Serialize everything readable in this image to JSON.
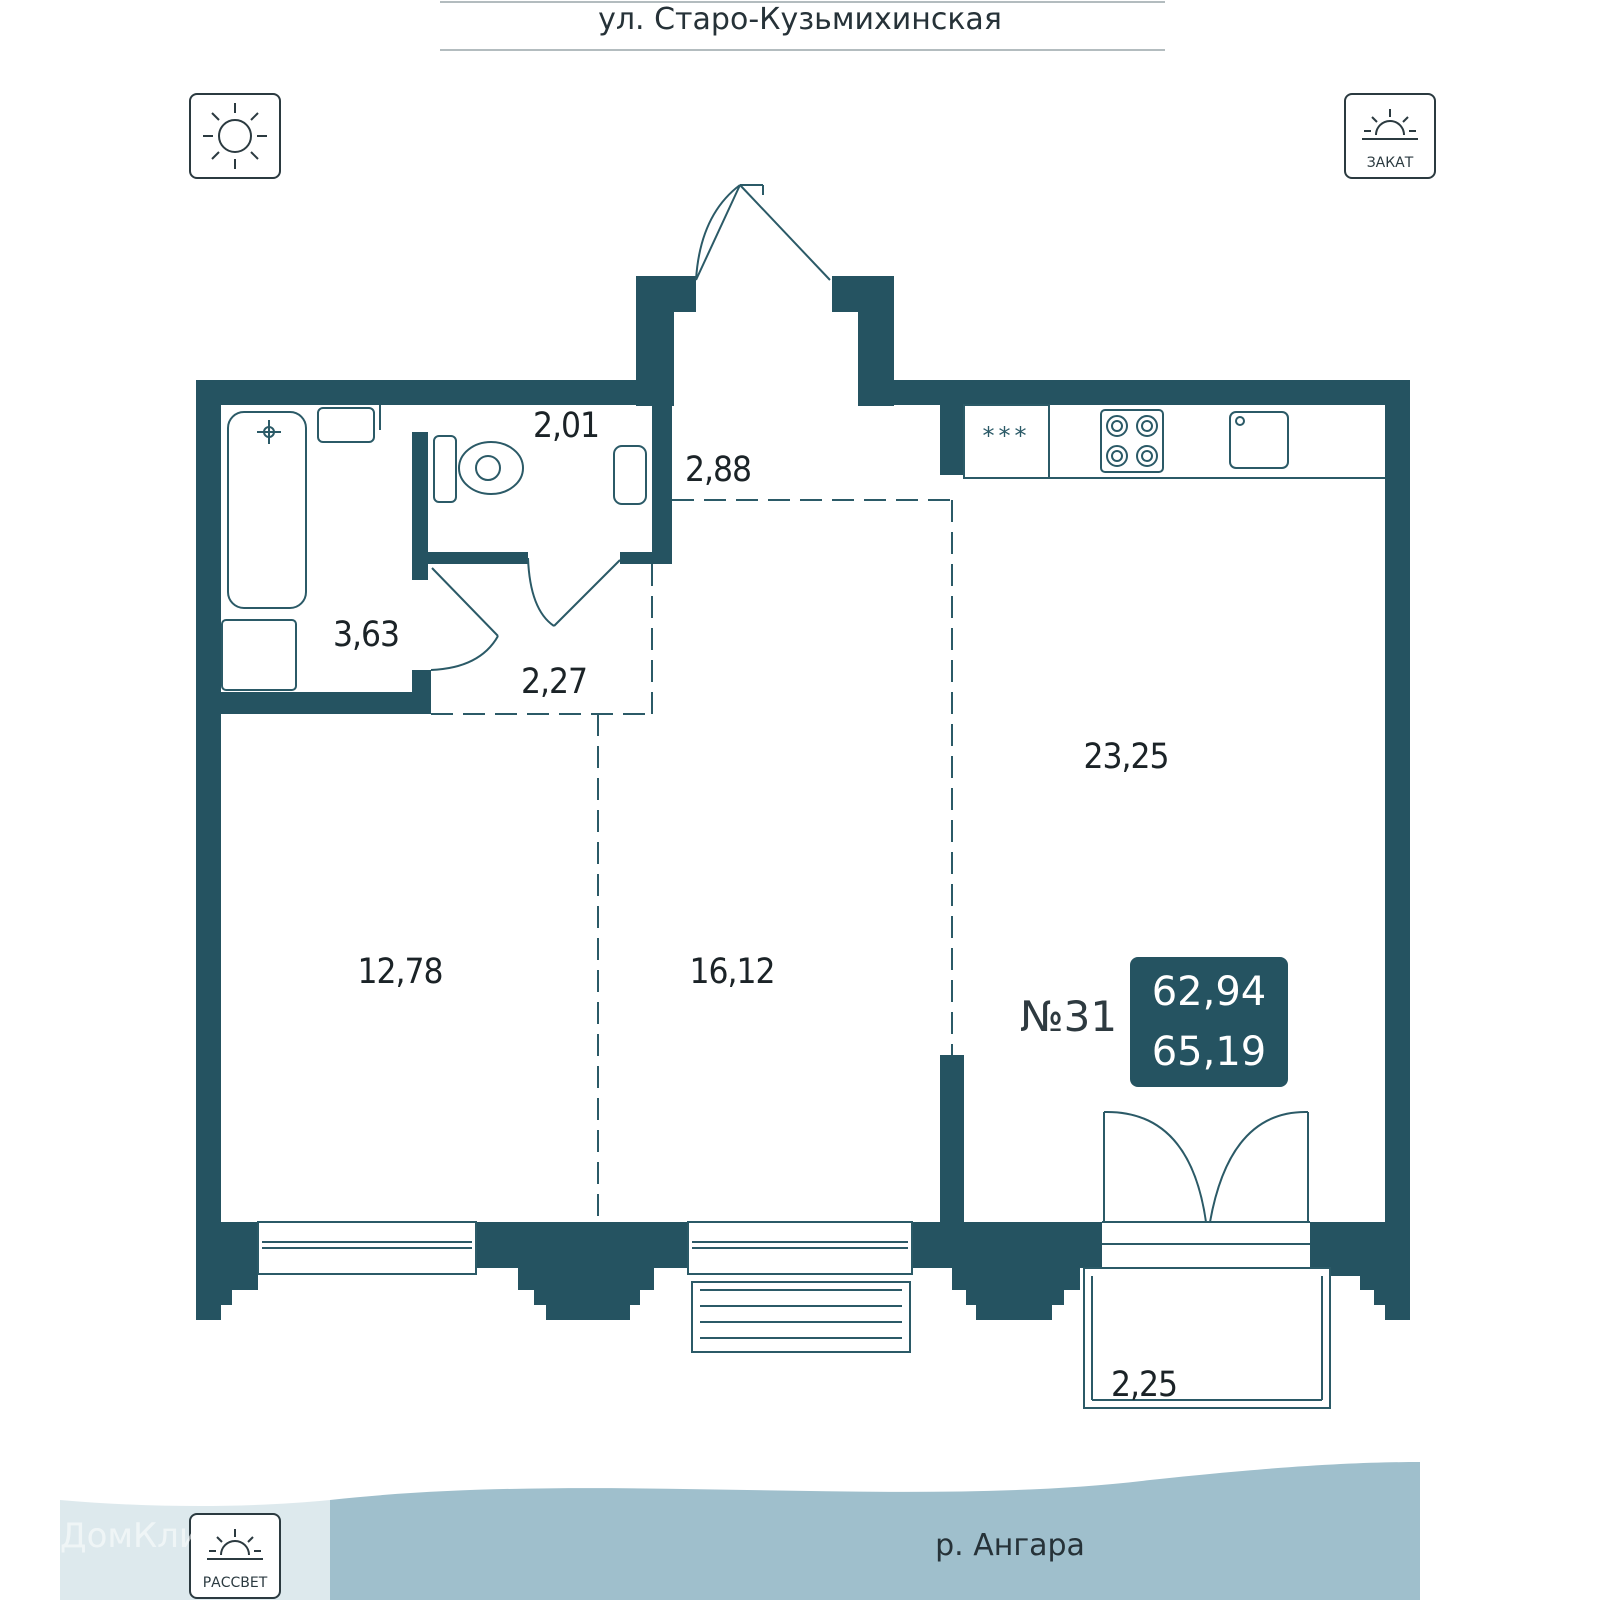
{
  "street": "ул. Старо-Кузьмихинская",
  "river": "р. Ангара",
  "apartment": {
    "number": "№31",
    "living_area": "62,94",
    "total_area": "65,19"
  },
  "rooms": [
    {
      "id": "bathroom",
      "area": "3,63"
    },
    {
      "id": "wc",
      "area": "2,01"
    },
    {
      "id": "hall-upper",
      "area": "2,88"
    },
    {
      "id": "hall-lower",
      "area": "2,27"
    },
    {
      "id": "kitchen-living",
      "area": "23,25"
    },
    {
      "id": "bedroom",
      "area": "12,78"
    },
    {
      "id": "living-room",
      "area": "16,12"
    },
    {
      "id": "balcony",
      "area": "2,25"
    }
  ],
  "orientation": {
    "sunset_label": "ЗАКАТ",
    "sunrise_label": "РАССВЕТ"
  },
  "stove_label": "***",
  "watermark": "ДомКлик",
  "colors": {
    "wall": "#255361",
    "line": "#2b5a67",
    "river": "#9fbfcc",
    "badge": "#255361"
  }
}
